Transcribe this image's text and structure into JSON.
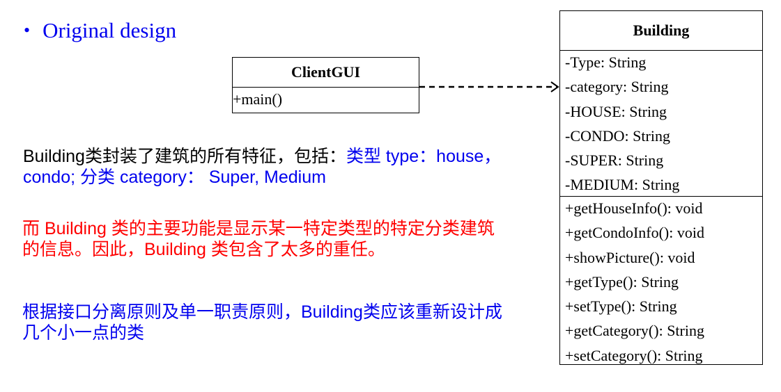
{
  "heading": {
    "bullet": "•",
    "text": "Original design"
  },
  "client_class": {
    "name": "ClientGUI",
    "operations": [
      "+main()"
    ]
  },
  "building_class": {
    "name": "Building",
    "attributes": [
      "-Type: String",
      "-category: String",
      "-HOUSE: String",
      "-CONDO: String",
      "-SUPER: String",
      "-MEDIUM: String"
    ],
    "operations": [
      "+getHouseInfo(): void",
      "+getCondoInfo(): void",
      "+showPicture(): void",
      "+getType(): String",
      "+setType(): String",
      "+getCategory(): String",
      "+setCategory(): String"
    ]
  },
  "relationship": {
    "type": "dependency",
    "from": "ClientGUI",
    "to": "Building"
  },
  "paragraphs": {
    "p1": {
      "line1_black": "Building类封装了建筑的所有特征，包括：",
      "line1_blue": "类型 type：house，",
      "line2_blue": "condo; 分类 category： Super, Medium"
    },
    "p2": {
      "line1": "而 Building 类的主要功能是显示某一特定类型的特定分类建筑",
      "line2": "的信息。因此，Building 类包含了太多的重任。"
    },
    "p3": {
      "line1": "根据接口分离原则及单一职责原则，Building类应该重新设计成",
      "line2": "几个小一点的类"
    }
  },
  "colors": {
    "heading": "#0000ee",
    "blue_text": "#0000ee",
    "red_text": "#ff0000",
    "black_text": "#000000"
  }
}
